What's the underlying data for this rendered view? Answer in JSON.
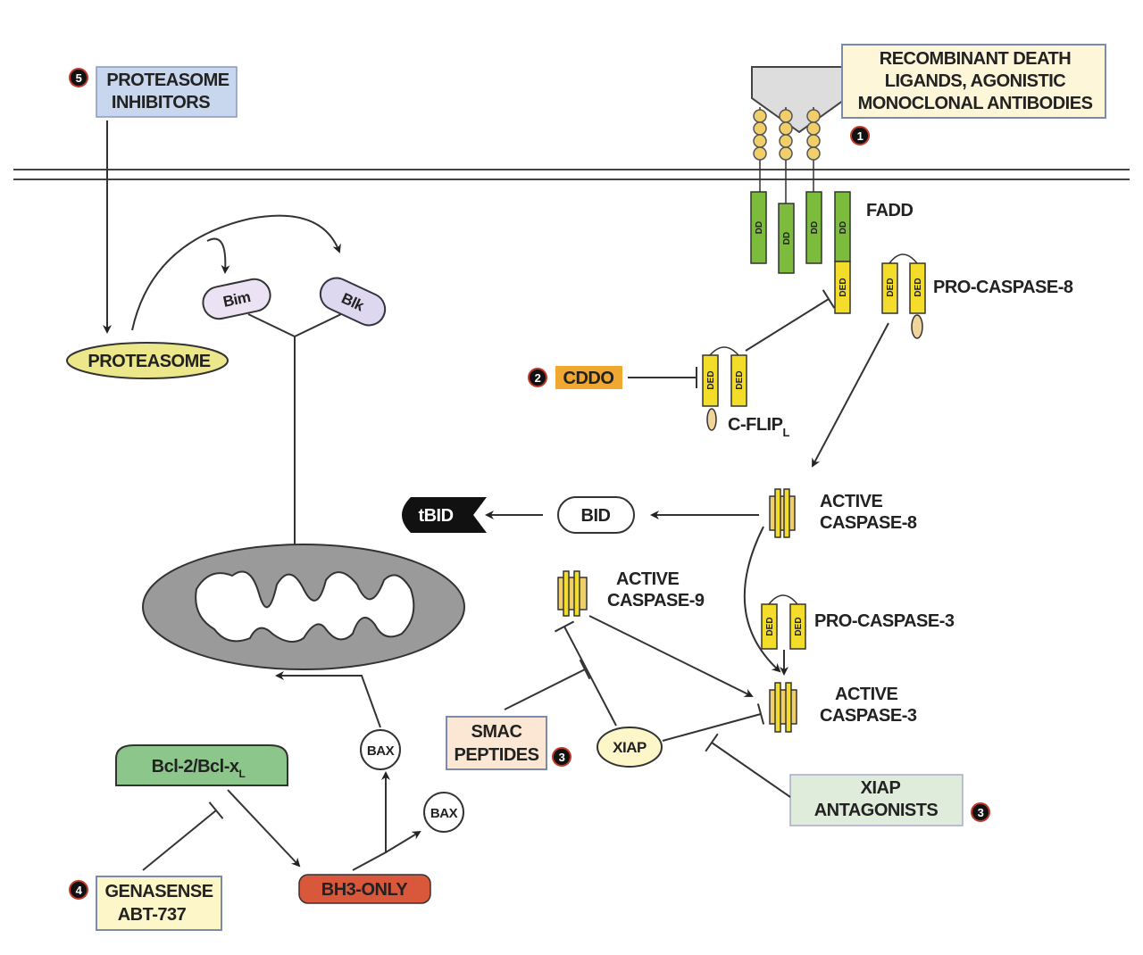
{
  "labels": {
    "recombinant": [
      "RECOMBINANT DEATH",
      "LIGANDS, AGONISTIC",
      "MONOCLONAL ANTIBODIES"
    ],
    "proteasome_inhibitors": [
      "PROTEASOME",
      "INHIBITORS"
    ],
    "fadd": "FADD",
    "pro_caspase_8": "PRO-CASPASE-8",
    "cddo": "CDDO",
    "c_flip": "C-FLIP",
    "c_flip_sub": "L",
    "proteasome": "PROTEASOME",
    "bim": "Bim",
    "blk": "Blk",
    "active_caspase_8": [
      "ACTIVE",
      "CASPASE-8"
    ],
    "bid": "BID",
    "tbid": "tBID",
    "active_caspase_9": [
      "ACTIVE",
      "CASPASE-9"
    ],
    "pro_caspase_3": "PRO-CASPASE-3",
    "active_caspase_3": [
      "ACTIVE",
      "CASPASE-3"
    ],
    "smac": [
      "SMAC",
      "PEPTIDES"
    ],
    "xiap": "XIAP",
    "xiap_antagonists": [
      "XIAP",
      "ANTAGONISTS"
    ],
    "bcl2": "Bcl-2/Bcl-x",
    "bcl2_sub": "L",
    "genasense": [
      "GENASENSE",
      "ABT-737"
    ],
    "bh3_only": "BH3-ONLY",
    "bax": "BAX",
    "dd": "DD",
    "ded": "DED"
  },
  "badges": {
    "one": "1",
    "two": "2",
    "three": "3",
    "four": "4",
    "five": "5"
  },
  "colors": {
    "fadd_green": "#7dbb3c",
    "ded_yellow": "#f4dd2a",
    "cddo_orange": "#f0a830",
    "bh3_red": "#d9573a",
    "bcl2_green": "#8cc68a",
    "proteasome_yellow": "#ece78a",
    "mito_gray": "#9a9a9a",
    "badge_red": "#c0392b"
  }
}
